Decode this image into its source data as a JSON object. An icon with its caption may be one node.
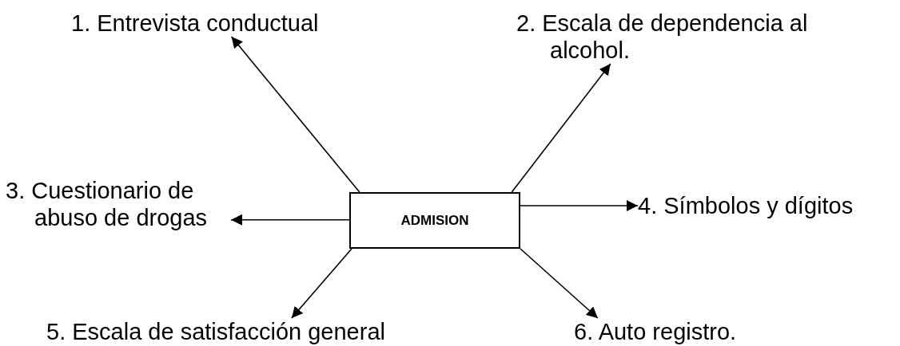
{
  "diagram": {
    "nodes": [
      {
        "text": [
          "1. Entrevista conductual"
        ]
      },
      {
        "text": [
          "2. Escala de dependencia al alcohol."
        ]
      },
      {
        "text": [
          "3. Cuestionario de abuso de drogas"
        ]
      },
      {
        "text": [
          "ADMISION"
        ]
      },
      {
        "text": [
          "4. Símbolos y dígitos"
        ]
      },
      {
        "text": [
          "5. Escala de satisfacción general"
        ]
      },
      {
        "text": [
          "6. Auto registro."
        ]
      }
    ],
    "edges": [
      {
        "from": 3,
        "to": 0,
        "arrow": "to"
      },
      {
        "from": 3,
        "to": 1,
        "arrow": "to"
      },
      {
        "from": 3,
        "to": 2,
        "arrow": "to"
      },
      {
        "from": 3,
        "to": 4,
        "arrow": "to"
      },
      {
        "from": 3,
        "to": 5,
        "arrow": "to"
      },
      {
        "from": 3,
        "to": 6,
        "arrow": "to"
      }
    ]
  }
}
